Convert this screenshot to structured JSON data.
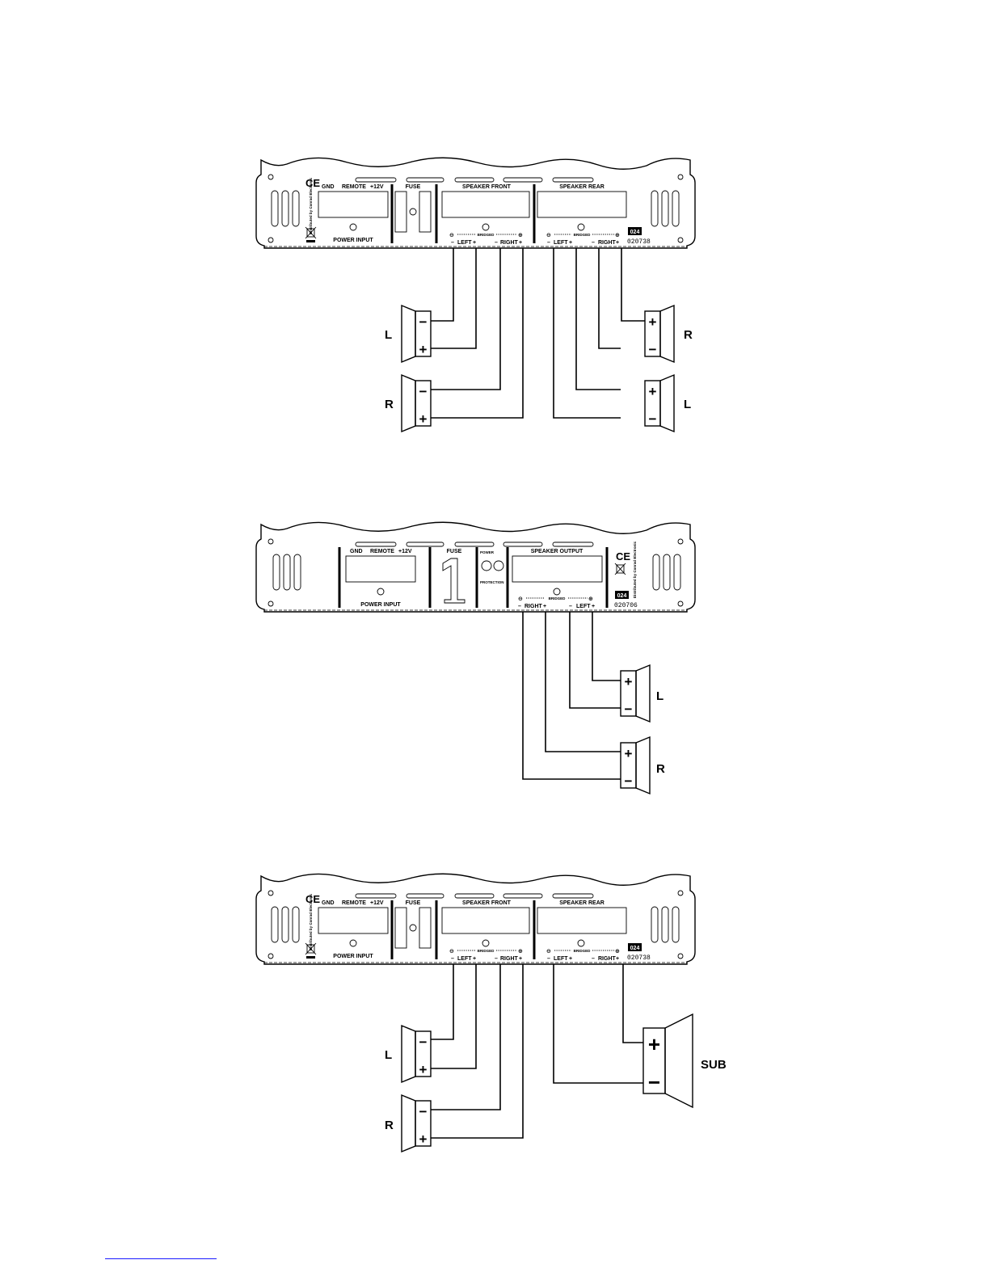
{
  "diagrams": [
    {
      "id": "four-channel",
      "power_input": {
        "gnd": "GND",
        "remote": "REMOTE",
        "v12": "+12V",
        "caption": "POWER INPUT"
      },
      "fuse": "FUSE",
      "speaker_front": "SPEAKER FRONT",
      "speaker_rear": "SPEAKER REAR",
      "bridged": "BRIDGED",
      "terminal_left": "LEFT",
      "terminal_right": "RIGHT",
      "distributor": "Distributed by Conrad Electronic",
      "model_badge": "024",
      "code": "020738",
      "speakers": [
        {
          "label": "L",
          "top_sign": "−",
          "bottom_sign": "+"
        },
        {
          "label": "R",
          "top_sign": "−",
          "bottom_sign": "+"
        },
        {
          "label": "R",
          "top_sign": "+",
          "bottom_sign": "−"
        },
        {
          "label": "L",
          "top_sign": "+",
          "bottom_sign": "−"
        }
      ]
    },
    {
      "id": "two-channel",
      "power_input": {
        "gnd": "GND",
        "remote": "REMOTE",
        "v12": "+12V",
        "caption": "POWER INPUT"
      },
      "fuse": "FUSE",
      "power_label": "POWER",
      "protection_label": "PROTECTION",
      "speaker_output": "SPEAKER OUTPUT",
      "bridged": "BRIDGED",
      "terminal_left": "LEFT",
      "terminal_right": "RIGHT",
      "distributor": "Distributed by Conrad Electronic",
      "model_badge": "024",
      "code": "020706",
      "speakers": [
        {
          "label": "L",
          "top_sign": "+",
          "bottom_sign": "−"
        },
        {
          "label": "R",
          "top_sign": "+",
          "bottom_sign": "−"
        }
      ]
    },
    {
      "id": "three-channel",
      "power_input": {
        "gnd": "GND",
        "remote": "REMOTE",
        "v12": "+12V",
        "caption": "POWER INPUT"
      },
      "fuse": "FUSE",
      "speaker_front": "SPEAKER FRONT",
      "speaker_rear": "SPEAKER REAR",
      "bridged": "BRIDGED",
      "terminal_left": "LEFT",
      "terminal_right": "RIGHT",
      "distributor": "Distributed by Conrad Electronic",
      "model_badge": "024",
      "code": "020738",
      "speakers": [
        {
          "label": "L",
          "top_sign": "−",
          "bottom_sign": "+"
        },
        {
          "label": "R",
          "top_sign": "−",
          "bottom_sign": "+"
        },
        {
          "label": "SUB",
          "top_sign": "+",
          "bottom_sign": "−"
        }
      ]
    }
  ]
}
